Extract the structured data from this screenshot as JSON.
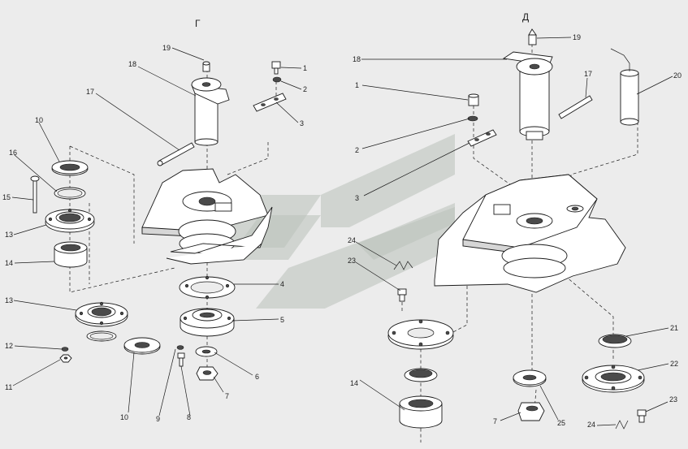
{
  "views": {
    "left_title": "Г",
    "right_title": "Д"
  },
  "colors": {
    "background": "#ececec",
    "line": "#1a1a1a",
    "watermark": "#b9c1b9"
  },
  "callouts_left": {
    "c1": "1",
    "c2": "2",
    "c3": "3",
    "c4": "4",
    "c5": "5",
    "c6": "6",
    "c7": "7",
    "c8": "8",
    "c9": "9",
    "c10a": "10",
    "c10b": "10",
    "c11": "11",
    "c12": "12",
    "c13a": "13",
    "c13b": "13",
    "c14": "14",
    "c15": "15",
    "c16": "16",
    "c17": "17",
    "c18": "18",
    "c19": "19"
  },
  "callouts_right": {
    "c1": "1",
    "c2": "2",
    "c3": "3",
    "c7": "7",
    "c14": "14",
    "c17": "17",
    "c18": "18",
    "c19": "19",
    "c20": "20",
    "c21": "21",
    "c22": "22",
    "c23a": "23",
    "c23b": "23",
    "c24a": "24",
    "c24b": "24",
    "c25": "25"
  }
}
